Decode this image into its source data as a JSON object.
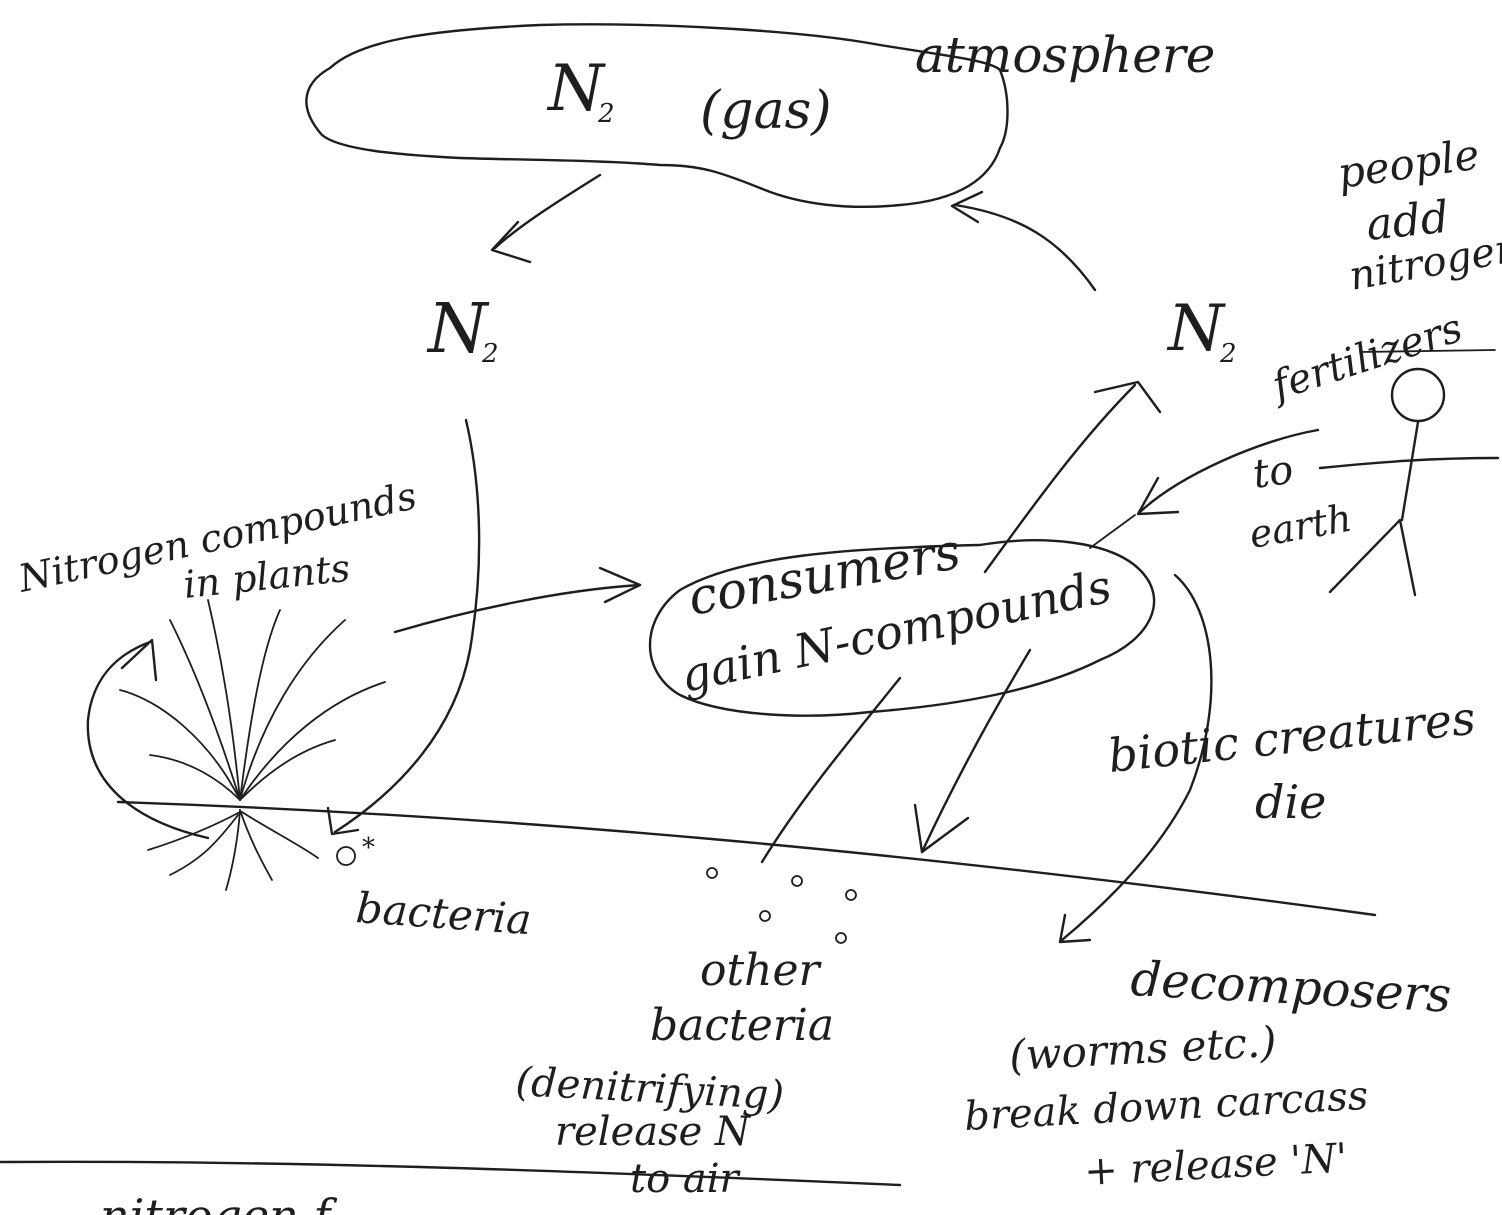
{
  "atmosphere_label": "atmosphere",
  "cloud": {
    "n2": "N",
    "n2_sub": "2",
    "gas": "(gas)"
  },
  "n2_left": {
    "symbol": "N",
    "sub": "2"
  },
  "n2_right": {
    "symbol": "N",
    "sub": "2"
  },
  "people": {
    "line1": "people",
    "line2": "add",
    "line3": "nitrogen",
    "line4": "fertilizers"
  },
  "to_earth": {
    "line1": "to",
    "line2": "earth"
  },
  "plants_label": {
    "line1": "Nitrogen compounds",
    "line2": "in plants"
  },
  "consumers": {
    "line1": "consumers",
    "line2": "gain N-compounds"
  },
  "biotic": {
    "line1": "biotic creatures",
    "line2": "die"
  },
  "bacteria_label": "bacteria",
  "other_bacteria": {
    "line1": "other",
    "line2": "bacteria",
    "line3": "(denitrifying)",
    "line4": "release N",
    "line5": "to air"
  },
  "decomposers": {
    "line1": "decomposers",
    "line2": "(worms etc.)",
    "line3": "break down carcass",
    "line4": "+ release 'N'"
  },
  "bottom_cut_text": "nitrogen f",
  "colors": {
    "ink": "#1e1e1e",
    "paper": "#ffffff"
  }
}
